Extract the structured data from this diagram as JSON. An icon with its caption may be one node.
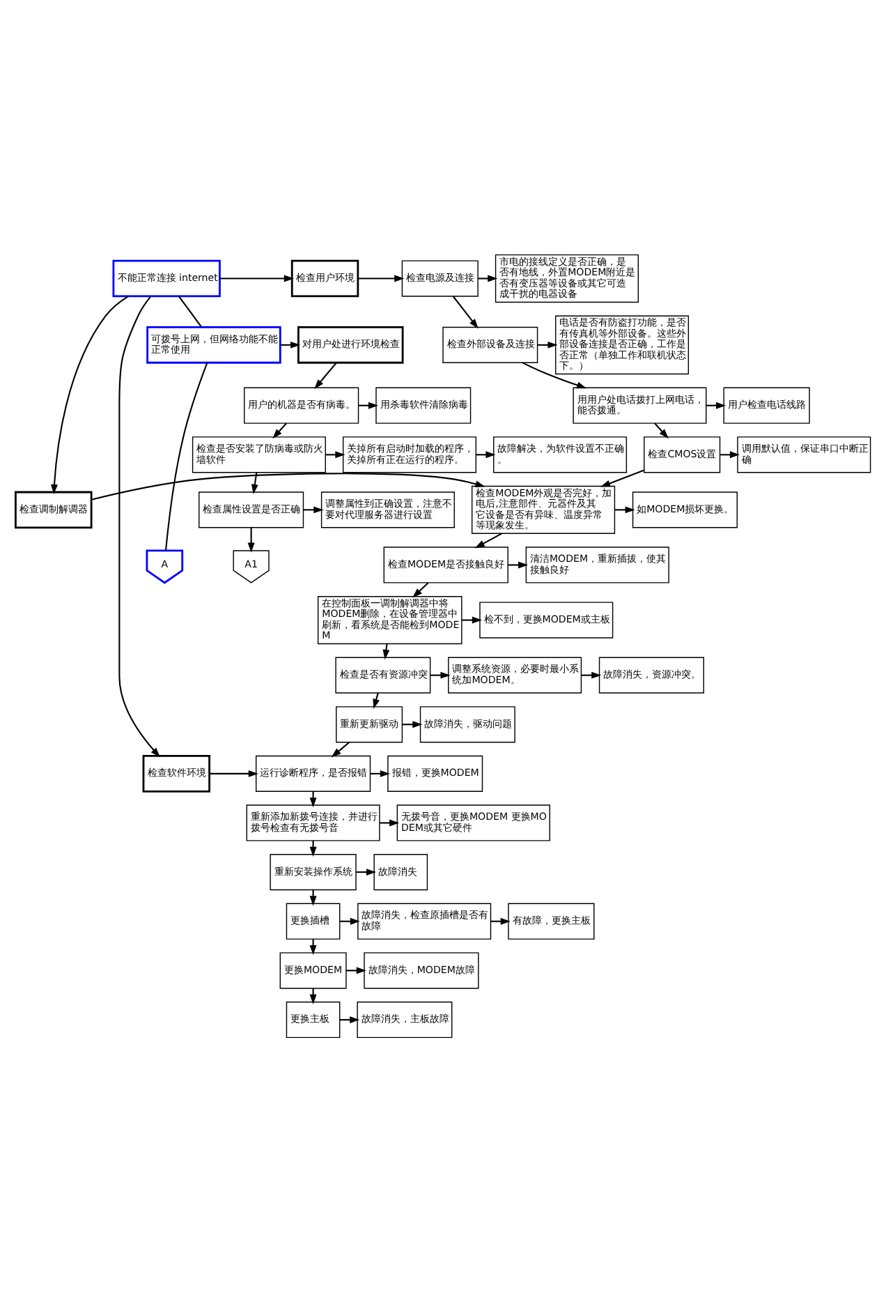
{
  "diagram": {
    "nodes": [
      {
        "text": [
          "不能正常连接 internet"
        ]
      },
      {
        "text": [
          "检查用户环境"
        ]
      },
      {
        "text": [
          "检查调制解调器"
        ]
      },
      {
        "text": [
          "检查软件环境"
        ]
      },
      {
        "text": [
          "检查电源及连接"
        ]
      },
      {
        "text": [
          "市电的接线定义是否正确，是否有地线，外置MODEM附近是否有变压器等设备或其它可造成干扰的电器设备"
        ]
      },
      {
        "text": [
          "检查外部设备及连接"
        ]
      },
      {
        "text": [
          "电话是否有防盗打功能，是否有传真机等外部设备。这些外部设备连接是否正确，工作是否正常（单独工作和联机状态下。）"
        ]
      },
      {
        "text": [
          "用用户处电话拨打上网电话，能否拨通。"
        ]
      },
      {
        "text": [
          "用户检查电话线路"
        ]
      },
      {
        "text": [
          "检查CMOS设置"
        ]
      },
      {
        "text": [
          "调用默认值，保证串口中断正确"
        ]
      },
      {
        "text": [
          "检查MODEM外观是否完好，加电后,注意部件、元器件及其它设备是否有异味、温度异常等现象发生。"
        ]
      },
      {
        "text": [
          "如MODEM损坏更换。"
        ]
      },
      {
        "text": [
          "检查MODEM是否接触良好"
        ]
      },
      {
        "text": [
          "清洁MODEM，重新插拔，使其接触良好"
        ]
      },
      {
        "text": [
          "在控制面板一调制解调器中将MODEM删除，在设备管理器中刷新，看系统是否能检到MODEM"
        ]
      },
      {
        "text": [
          "检不到，更换MODEM或主板"
        ]
      },
      {
        "text": [
          "检查是否有资源冲突"
        ]
      },
      {
        "text": [
          "调整系统资源，必要时最小系统加MODEM。"
        ]
      },
      {
        "text": [
          "故障消失，资源冲突。"
        ]
      },
      {
        "text": [
          "重新更新驱动"
        ]
      },
      {
        "text": [
          "故障消失，驱动问题"
        ]
      },
      {
        "text": [
          "运行诊断程序，是否报错"
        ]
      },
      {
        "text": [
          "报错，更换MODEM"
        ]
      },
      {
        "text": [
          "重新添加新拨号连接，并进行拨号检查有无拨号音"
        ]
      },
      {
        "text": [
          "无拨号音，更换MODEM 更换MODEM或其它硬件"
        ]
      },
      {
        "text": [
          "重新安装操作系统"
        ]
      },
      {
        "text": [
          "故障消失"
        ]
      },
      {
        "text": [
          "更换插槽"
        ]
      },
      {
        "text": [
          "故障消失，检查原插槽是否有故障"
        ]
      },
      {
        "text": [
          "有故障，更换主板"
        ]
      },
      {
        "text": [
          "更换MODEM"
        ]
      },
      {
        "text": [
          "故障消失，MODEM故障"
        ]
      },
      {
        "text": [
          "更换主板"
        ]
      },
      {
        "text": [
          "故障消失，主板故障"
        ]
      },
      {
        "text": [
          "可拨号上网，但网络功能不能正常使用"
        ]
      },
      {
        "text": [
          "对用户处进行环境检查"
        ]
      },
      {
        "text": [
          "用户的机器是否有病毒。"
        ]
      },
      {
        "text": [
          "用杀毒软件清除病毒"
        ]
      },
      {
        "text": [
          "检查是否安装了防病毒或防火墙软件"
        ]
      },
      {
        "text": [
          "关掉所有启动时加载的程序，关掉所有正在运行的程序。"
        ]
      },
      {
        "text": [
          "故障解决，为软件设置不正确。"
        ]
      },
      {
        "text": [
          "检查属性设置是否正确"
        ]
      },
      {
        "text": [
          "调整属性到正确设置，注意不要对代理服务器进行设置"
        ]
      },
      {
        "text": [
          "A"
        ]
      },
      {
        "text": [
          "A1"
        ]
      }
    ],
    "edges": [
      {
        "from": 0,
        "to": 1,
        "arrow": "to"
      },
      {
        "from": 0,
        "to": 2,
        "arrow": "to"
      },
      {
        "from": 0,
        "to": 3,
        "arrow": "to"
      },
      {
        "from": 0,
        "to": 36,
        "arrow": "none"
      },
      {
        "from": 36,
        "to": 45,
        "arrow": "none"
      },
      {
        "from": 1,
        "to": 4,
        "arrow": "to"
      },
      {
        "from": 4,
        "to": 5,
        "arrow": "to"
      },
      {
        "from": 4,
        "to": 6,
        "arrow": "to"
      },
      {
        "from": 6,
        "to": 7,
        "arrow": "to"
      },
      {
        "from": 6,
        "to": 8,
        "arrow": "to"
      },
      {
        "from": 8,
        "to": 9,
        "arrow": "to"
      },
      {
        "from": 8,
        "to": 10,
        "arrow": "to"
      },
      {
        "from": 10,
        "to": 11,
        "arrow": "to"
      },
      {
        "from": 10,
        "to": 12,
        "arrow": "to"
      },
      {
        "from": 2,
        "to": 12,
        "arrow": "to"
      },
      {
        "from": 12,
        "to": 13,
        "arrow": "to"
      },
      {
        "from": 12,
        "to": 14,
        "arrow": "to"
      },
      {
        "from": 14,
        "to": 15,
        "arrow": "to"
      },
      {
        "from": 14,
        "to": 16,
        "arrow": "to"
      },
      {
        "from": 16,
        "to": 17,
        "arrow": "to"
      },
      {
        "from": 16,
        "to": 18,
        "arrow": "to"
      },
      {
        "from": 18,
        "to": 19,
        "arrow": "to"
      },
      {
        "from": 19,
        "to": 20,
        "arrow": "to"
      },
      {
        "from": 18,
        "to": 21,
        "arrow": "to"
      },
      {
        "from": 21,
        "to": 22,
        "arrow": "to"
      },
      {
        "from": 21,
        "to": 23,
        "arrow": "to"
      },
      {
        "from": 3,
        "to": 23,
        "arrow": "to"
      },
      {
        "from": 23,
        "to": 24,
        "arrow": "to"
      },
      {
        "from": 23,
        "to": 25,
        "arrow": "to"
      },
      {
        "from": 25,
        "to": 26,
        "arrow": "to"
      },
      {
        "from": 25,
        "to": 27,
        "arrow": "to"
      },
      {
        "from": 27,
        "to": 28,
        "arrow": "to"
      },
      {
        "from": 27,
        "to": 29,
        "arrow": "to"
      },
      {
        "from": 29,
        "to": 30,
        "arrow": "to"
      },
      {
        "from": 30,
        "to": 31,
        "arrow": "to"
      },
      {
        "from": 29,
        "to": 32,
        "arrow": "to"
      },
      {
        "from": 32,
        "to": 33,
        "arrow": "to"
      },
      {
        "from": 32,
        "to": 34,
        "arrow": "to"
      },
      {
        "from": 34,
        "to": 35,
        "arrow": "to"
      },
      {
        "from": 36,
        "to": 37,
        "arrow": "to"
      },
      {
        "from": 37,
        "to": 38,
        "arrow": "to"
      },
      {
        "from": 38,
        "to": 39,
        "arrow": "to"
      },
      {
        "from": 38,
        "to": 40,
        "arrow": "to"
      },
      {
        "from": 40,
        "to": 41,
        "arrow": "to"
      },
      {
        "from": 41,
        "to": 42,
        "arrow": "to"
      },
      {
        "from": 40,
        "to": 43,
        "arrow": "to"
      },
      {
        "from": 43,
        "to": 44,
        "arrow": "to"
      },
      {
        "from": 43,
        "to": 46,
        "arrow": "to"
      }
    ]
  }
}
